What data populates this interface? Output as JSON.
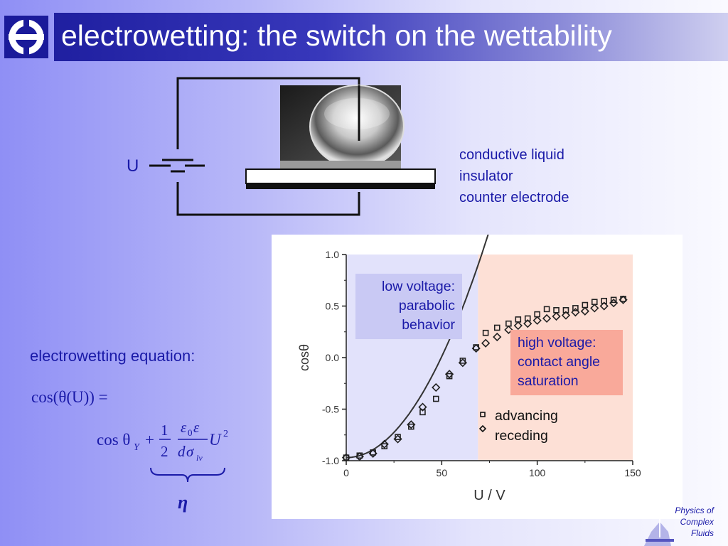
{
  "title": "electrowetting: the switch on the wettability",
  "circuit": {
    "voltage_label": "U",
    "legend": [
      "conductive liquid",
      "insulator",
      "counter electrode"
    ]
  },
  "equation": {
    "label": "electrowetting equation:",
    "lhs": "cos(θ(U)) =",
    "rhs_term1": "cos θ",
    "rhs_term1_sub": "Y",
    "plus": "+",
    "frac1_num": "1",
    "frac1_den": "2",
    "frac2_num_a": "ε",
    "frac2_num_sub": "0",
    "frac2_num_b": "ε",
    "frac2_den_a": "d",
    "frac2_den_b": "σ",
    "frac2_den_sub": "lv",
    "U": "U",
    "U_exp": "2",
    "eta": "η"
  },
  "chart_data": {
    "type": "scatter",
    "xlabel": "U / V",
    "ylabel": "cosθ",
    "xlim": [
      0,
      150
    ],
    "ylim": [
      -1.0,
      1.0
    ],
    "x_ticks": [
      0,
      50,
      100,
      150
    ],
    "y_ticks": [
      -1.0,
      -0.5,
      0.0,
      0.5,
      1.0
    ],
    "y_tick_labels": [
      "-1.0",
      "-0.5",
      "0.0",
      "0.5",
      "1.0"
    ],
    "regions": [
      {
        "x": [
          0,
          69
        ],
        "color": "#e2e2fb"
      },
      {
        "x": [
          69,
          150
        ],
        "color": "#fde0d6"
      }
    ],
    "callouts": {
      "low": [
        "low voltage:",
        "parabolic",
        "behavior"
      ],
      "high": [
        "high voltage:",
        "contact angle",
        "saturation"
      ]
    },
    "fit_curve": {
      "c0": -0.97,
      "c2": 0.000392,
      "x_max": 80
    },
    "series": [
      {
        "name": "advancing",
        "marker": "square",
        "x": [
          0,
          7,
          14,
          20,
          27,
          34,
          40,
          47,
          54,
          61,
          68,
          73,
          79,
          85,
          90,
          95,
          100,
          105,
          110,
          115,
          120,
          125,
          130,
          135,
          140,
          145
        ],
        "y": [
          -0.97,
          -0.95,
          -0.92,
          -0.86,
          -0.77,
          -0.67,
          -0.53,
          -0.4,
          -0.18,
          -0.03,
          0.1,
          0.24,
          0.29,
          0.33,
          0.37,
          0.38,
          0.42,
          0.47,
          0.46,
          0.46,
          0.48,
          0.51,
          0.54,
          0.55,
          0.56,
          0.57
        ]
      },
      {
        "name": "receding",
        "marker": "diamond",
        "x": [
          0,
          7,
          14,
          20,
          27,
          34,
          40,
          47,
          54,
          61,
          68,
          73,
          79,
          85,
          90,
          95,
          100,
          105,
          110,
          115,
          120,
          125,
          130,
          135,
          140,
          145
        ],
        "y": [
          -0.97,
          -0.96,
          -0.93,
          -0.84,
          -0.79,
          -0.65,
          -0.48,
          -0.29,
          -0.16,
          -0.05,
          0.09,
          0.14,
          0.2,
          0.27,
          0.31,
          0.33,
          0.36,
          0.38,
          0.4,
          0.41,
          0.44,
          0.45,
          0.48,
          0.5,
          0.53,
          0.56
        ]
      }
    ]
  }
}
